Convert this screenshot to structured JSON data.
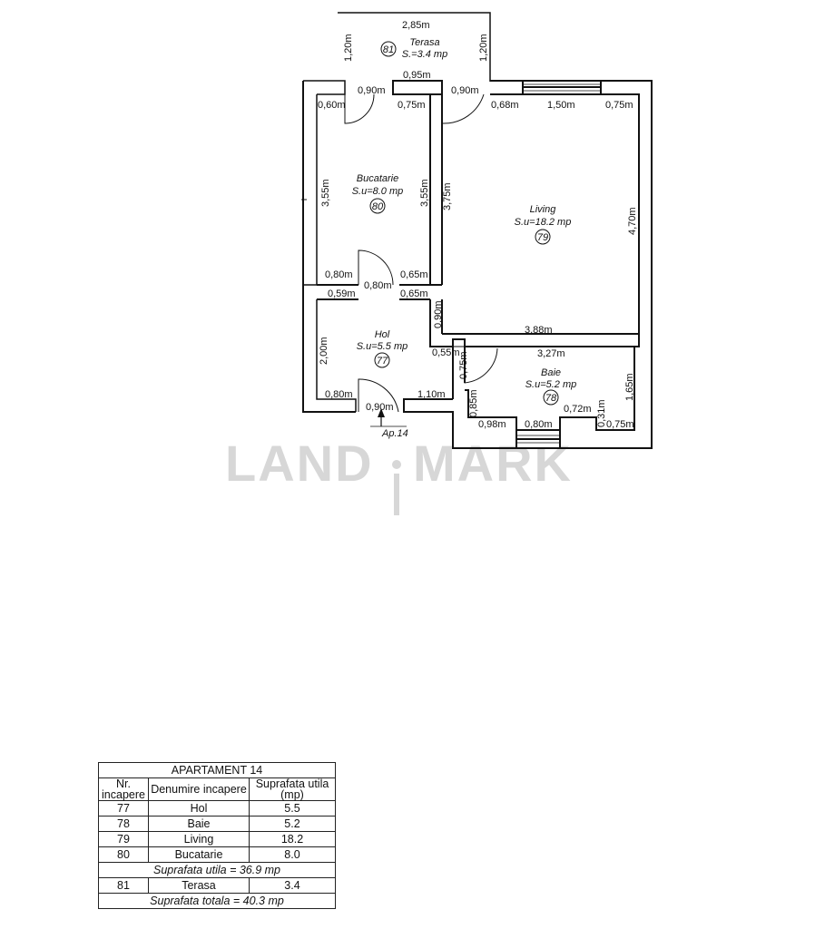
{
  "plan": {
    "rooms": {
      "terasa": {
        "name": "Terasa",
        "area": "S.=3.4 mp",
        "no": "81"
      },
      "bucatarie": {
        "name": "Bucatarie",
        "area": "S.u=8.0 mp",
        "no": "80"
      },
      "living": {
        "name": "Living",
        "area": "S.u=18.2 mp",
        "no": "79"
      },
      "hol": {
        "name": "Hol",
        "area": "S.u=5.5 mp",
        "no": "77"
      },
      "baie": {
        "name": "Baie",
        "area": "S.u=5.2 mp",
        "no": "78"
      }
    },
    "dims": {
      "d_2_85": "2,85m",
      "d_1_20": "1,20m",
      "d_0_95": "0,95m",
      "d_0_90": "0,90m",
      "d_0_60": "0,60m",
      "d_0_75": "0,75m",
      "d_0_68": "0,68m",
      "d_1_50": "1,50m",
      "d_3_55": "3,55m",
      "d_3_75": "3,75m",
      "d_4_70": "4,70m",
      "d_0_80": "0,80m",
      "d_0_65": "0,65m",
      "d_0_59": "0,59m",
      "d_3_88": "3,88m",
      "d_2_00": "2,00m",
      "d_0_55": "0,55m",
      "d_3_27": "3,27m",
      "d_1_10": "1,10m",
      "d_1_65": "1,65m",
      "d_0_85": "0,85m",
      "d_0_98": "0,98m",
      "d_0_72": "0,72m",
      "d_0_31": "0,31m"
    },
    "entrance": "Ap.14"
  },
  "watermark": {
    "left": "LAND",
    "right": "MARK"
  },
  "table": {
    "title": "APARTAMENT 14",
    "headers": [
      "Nr. incapere",
      "Denumire incapere",
      "Suprafata utila (mp)"
    ],
    "rows": [
      [
        "77",
        "Hol",
        "5.5"
      ],
      [
        "78",
        "Baie",
        "5.2"
      ],
      [
        "79",
        "Living",
        "18.2"
      ],
      [
        "80",
        "Bucatarie",
        "8.0"
      ]
    ],
    "subtotal": "Suprafata utila = 36.9 mp",
    "terrace_row": [
      "81",
      "Terasa",
      "3.4"
    ],
    "total": "Suprafata totala = 40.3 mp"
  }
}
